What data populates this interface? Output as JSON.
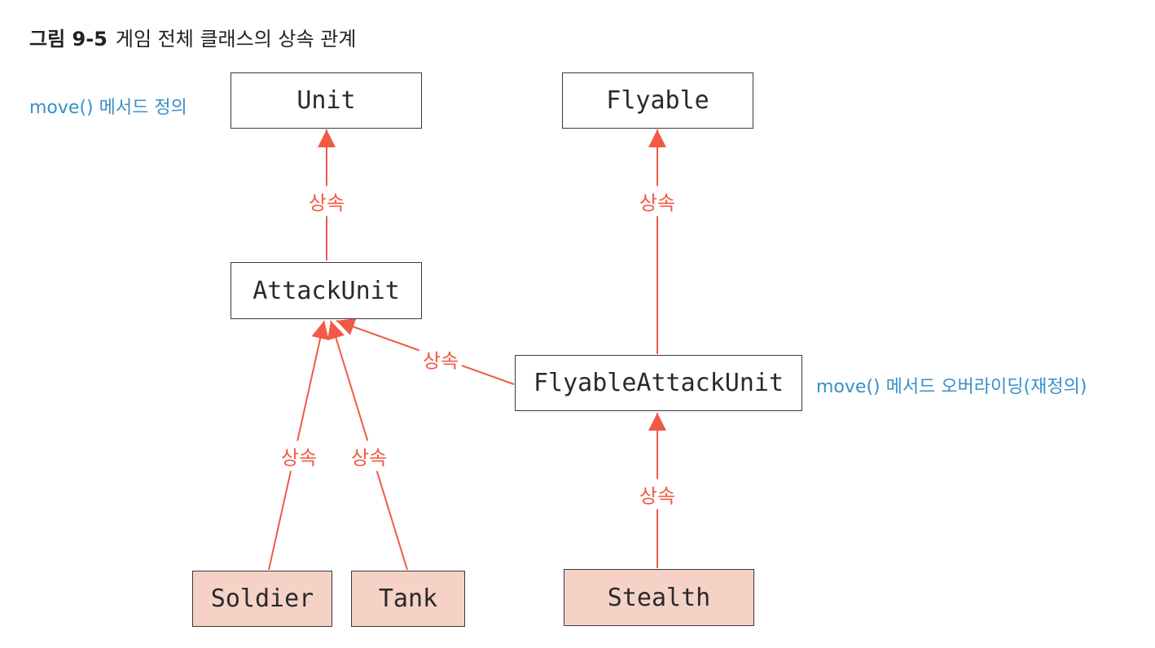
{
  "figure": {
    "number": "그림 9-5",
    "caption": "게임 전체 클래스의 상속 관계"
  },
  "classes": {
    "unit": "Unit",
    "flyable": "Flyable",
    "attack_unit": "AttackUnit",
    "flyable_attack_unit": "FlyableAttackUnit",
    "soldier": "Soldier",
    "tank": "Tank",
    "stealth": "Stealth"
  },
  "relations": [
    {
      "from": "AttackUnit",
      "to": "Unit",
      "label": "상속"
    },
    {
      "from": "FlyableAttackUnit",
      "to": "Flyable",
      "label": "상속"
    },
    {
      "from": "FlyableAttackUnit",
      "to": "AttackUnit",
      "label": "상속"
    },
    {
      "from": "Soldier",
      "to": "AttackUnit",
      "label": "상속"
    },
    {
      "from": "Tank",
      "to": "AttackUnit",
      "label": "상속"
    },
    {
      "from": "Stealth",
      "to": "FlyableAttackUnit",
      "label": "상속"
    }
  ],
  "annotations": {
    "unit_note": "move() 메서드 정의",
    "flyable_attack_unit_note": "move() 메서드 오버라이딩(재정의)"
  },
  "colors": {
    "arrow": "#f15a45",
    "annotation": "#3a8fc8",
    "leaf_fill": "#f6d2c6",
    "box_border": "#3a3a3a"
  }
}
